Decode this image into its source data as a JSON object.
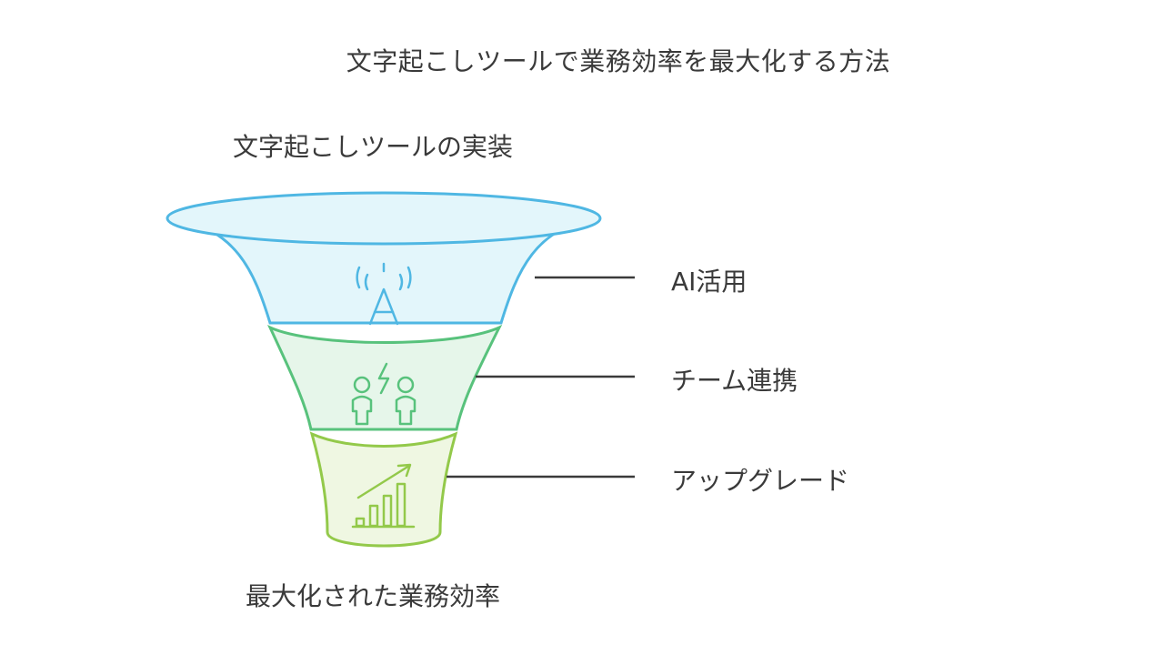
{
  "title": "文字起こしツールで業務効率を最大化する方法",
  "funnel": {
    "top_label": "文字起こしツールの実装",
    "bottom_label": "最大化された業務効率",
    "stages": [
      {
        "label": "AI活用",
        "icon": "ai-signal-icon",
        "color": "#4fb7e3",
        "fill": "#e3f6fb"
      },
      {
        "label": "チーム連携",
        "icon": "team-collaboration-icon",
        "color": "#58c27c",
        "fill": "#e6f6ea"
      },
      {
        "label": "アップグレード",
        "icon": "growth-chart-icon",
        "color": "#93c94a",
        "fill": "#eff7e2"
      }
    ]
  }
}
